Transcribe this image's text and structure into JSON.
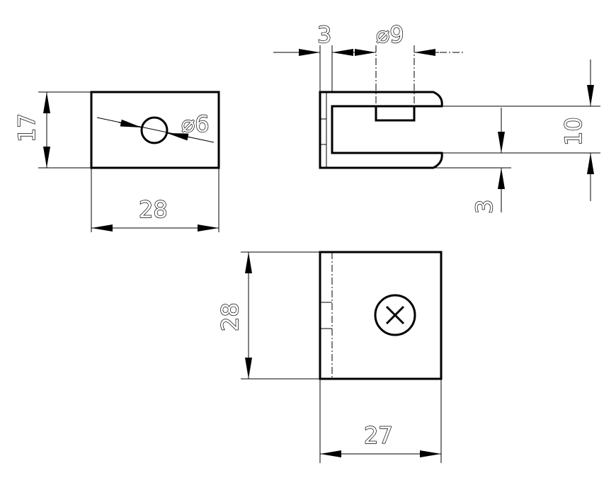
{
  "views": {
    "front": {
      "dim_height": "17",
      "dim_width": "28",
      "dim_hole": "⌀6"
    },
    "side": {
      "dim_wall": "3",
      "dim_bore": "⌀9",
      "dim_gap": "10",
      "dim_lip": "3"
    },
    "top": {
      "dim_height": "28",
      "dim_width": "27"
    }
  }
}
